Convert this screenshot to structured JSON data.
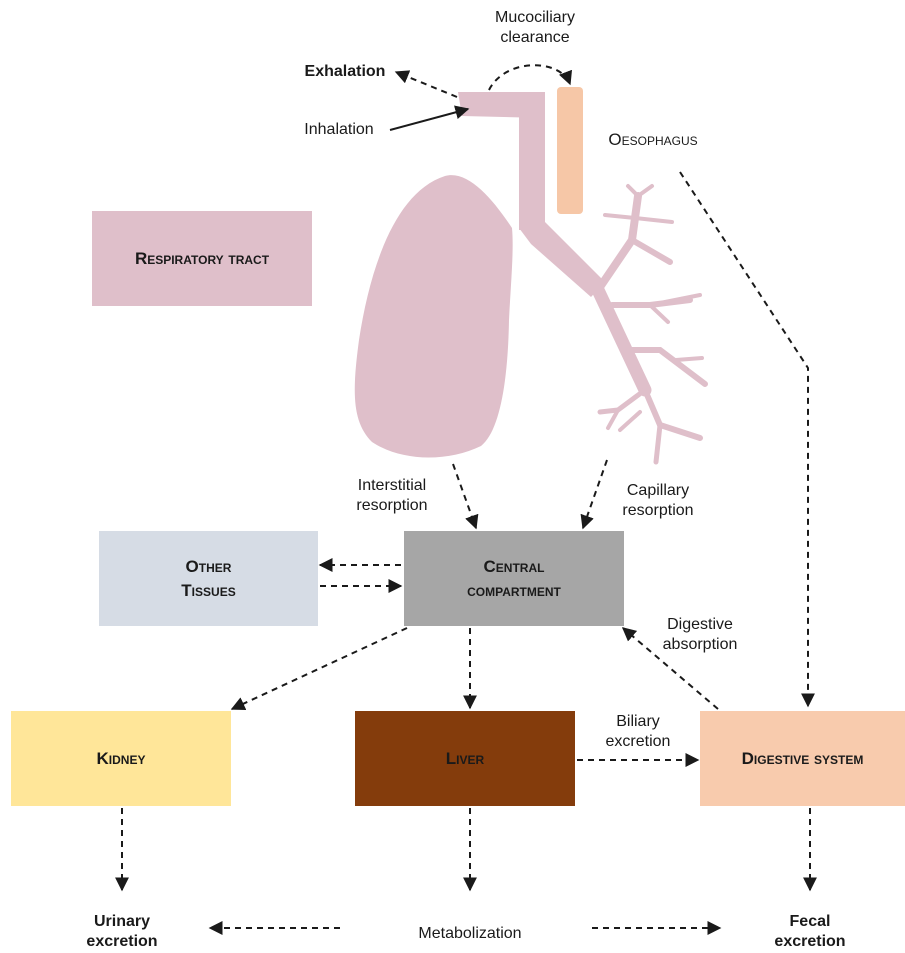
{
  "colors": {
    "respiratory": "#dfbfca",
    "oesophagus": "#f6c7a7",
    "other_tissues": "#d6dce5",
    "central": "#a6a6a6",
    "kidney": "#ffe699",
    "liver": "#843c0c",
    "digestive": "#f8cbad",
    "arrow": "#1a1a1a"
  },
  "boxes": {
    "respiratory_tract": "Respiratory tract",
    "other_tissues": [
      "Other",
      "Tissues"
    ],
    "central_compartment": [
      "Central",
      "compartment"
    ],
    "kidney": "Kidney",
    "liver": "Liver",
    "digestive_system": "Digestive system"
  },
  "labels": {
    "exhalation": "Exhalation",
    "inhalation": "Inhalation",
    "mucociliary": [
      "Mucociliary",
      "clearance"
    ],
    "oesophagus": "Oesophagus",
    "interstitial": [
      "Interstitial",
      "resorption"
    ],
    "capillary": [
      "Capillary",
      "resorption"
    ],
    "digestive_absorption": [
      "Digestive",
      "absorption"
    ],
    "biliary": [
      "Biliary",
      "excretion"
    ],
    "urinary": [
      "Urinary",
      "excretion"
    ],
    "metabolization": "Metabolization",
    "fecal": [
      "Fecal",
      "excretion"
    ]
  }
}
